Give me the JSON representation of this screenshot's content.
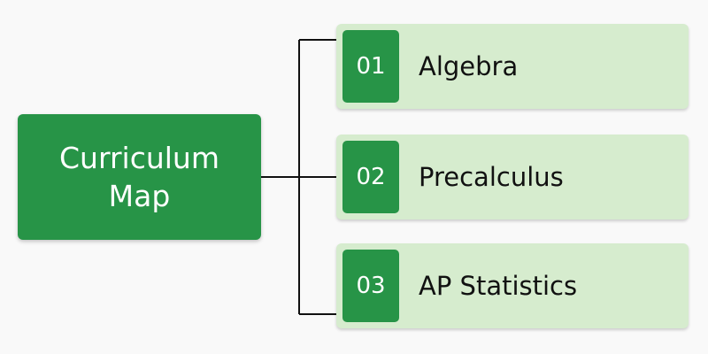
{
  "diagram": {
    "root": {
      "label": "Curriculum Map"
    },
    "branches": [
      {
        "number": "01",
        "label": "Algebra"
      },
      {
        "number": "02",
        "label": "Precalculus"
      },
      {
        "number": "03",
        "label": "AP Statistics"
      }
    ]
  },
  "colors": {
    "primary_green": "#279447",
    "branch_background": "#d6ecce",
    "connector": "#111111",
    "background": "#f9f9f9"
  }
}
